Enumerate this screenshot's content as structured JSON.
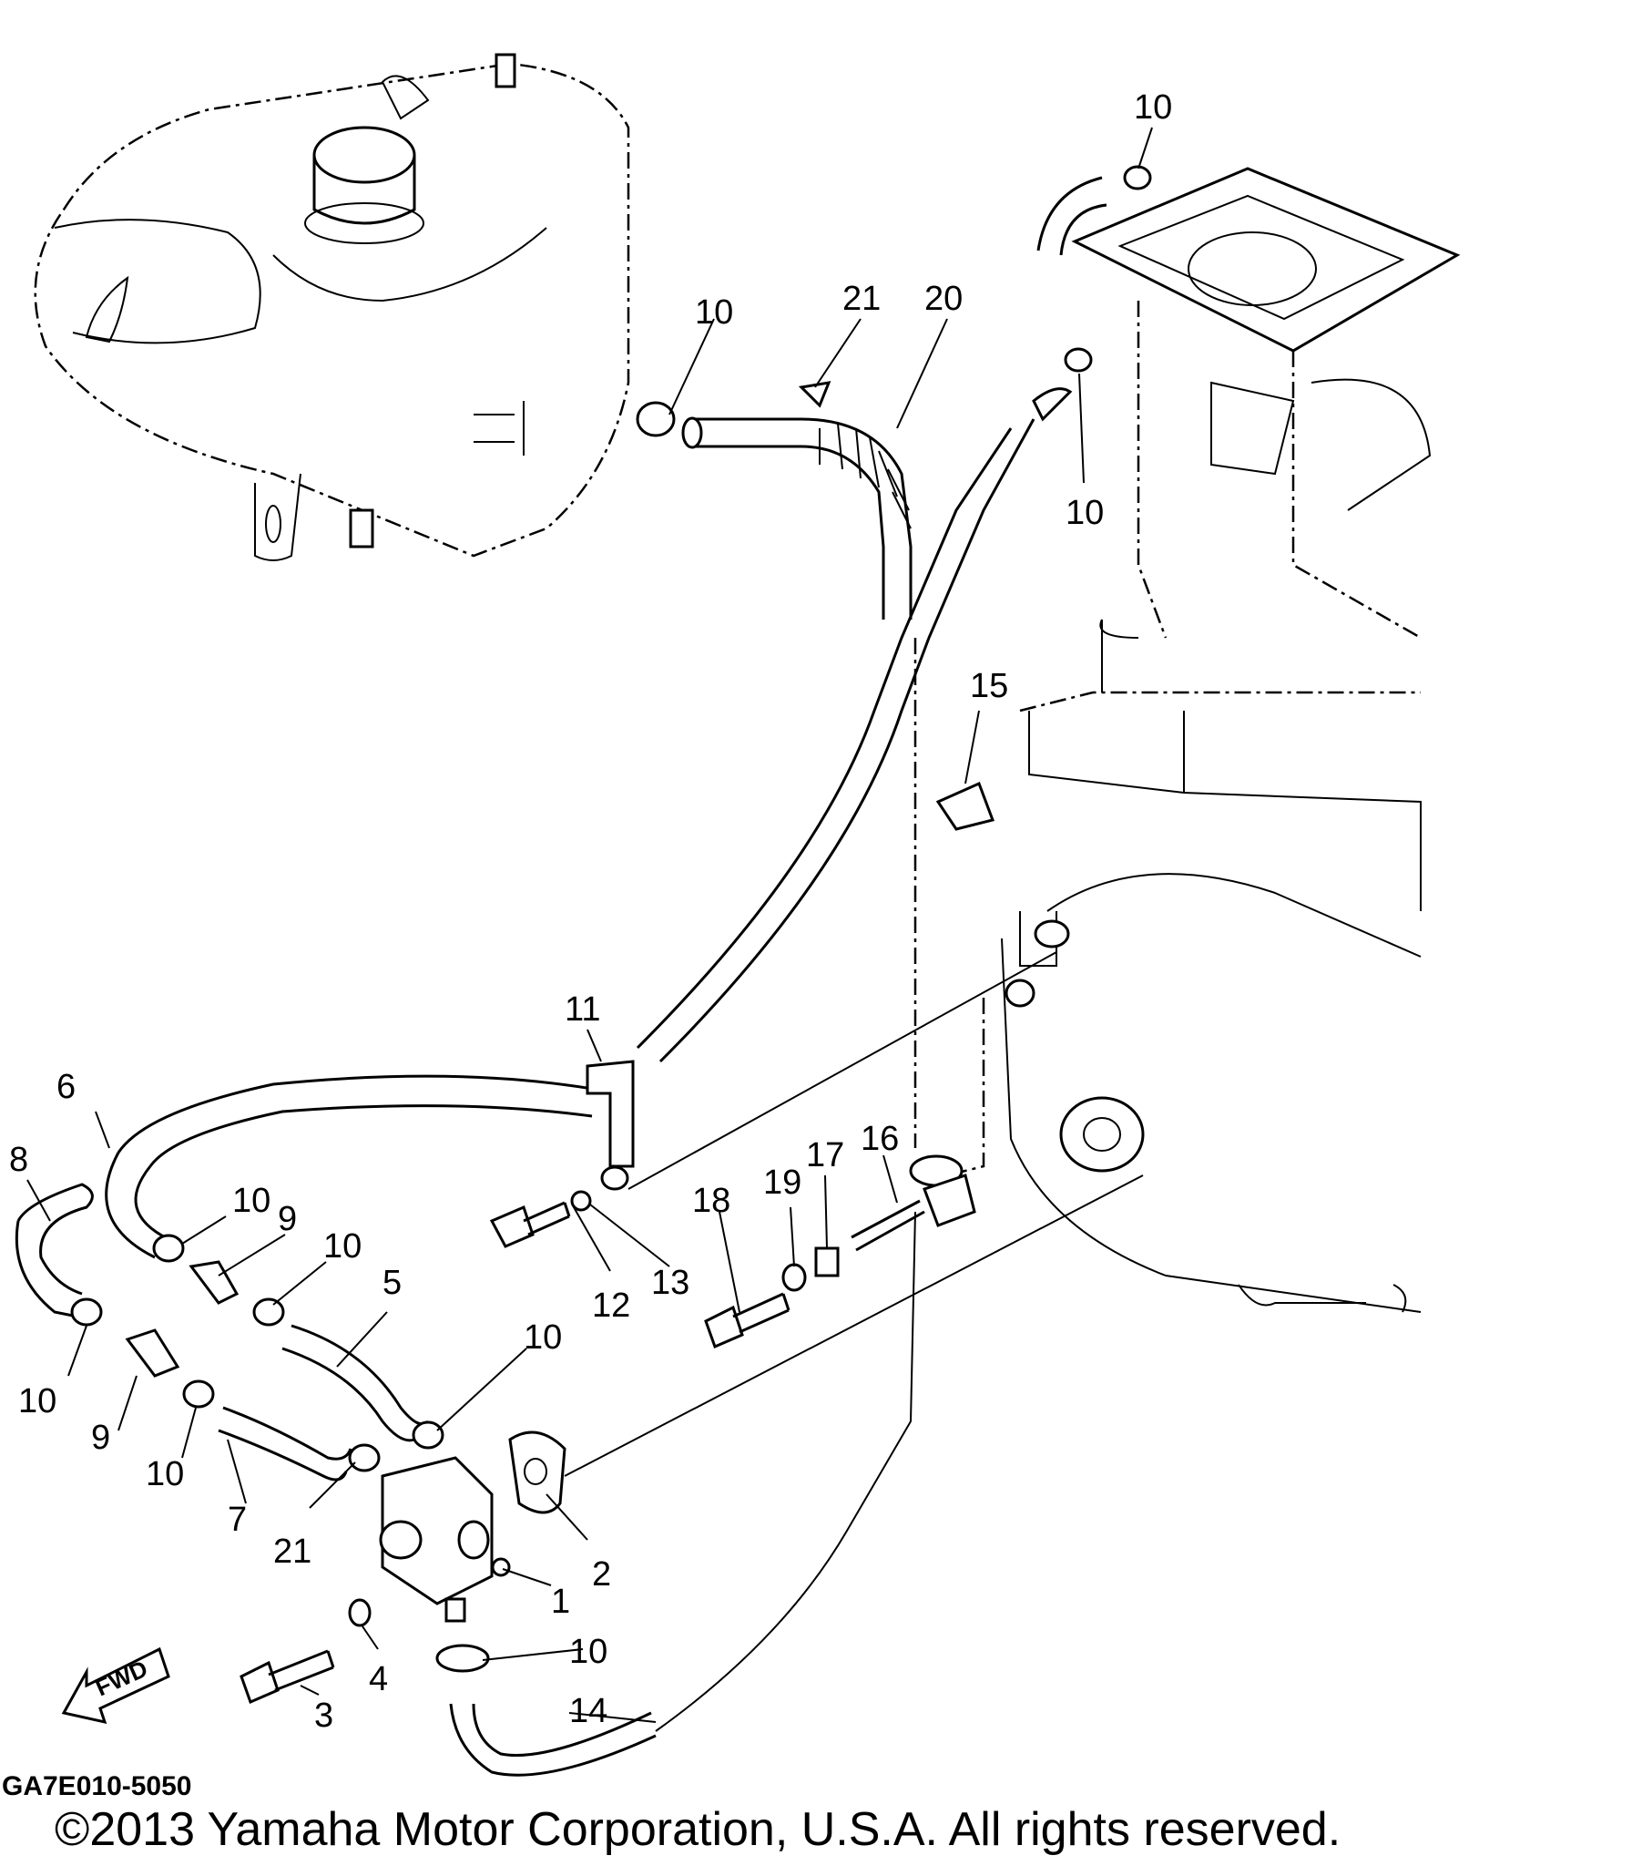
{
  "callouts": {
    "c1": "1",
    "c2": "2",
    "c3": "3",
    "c4": "4",
    "c5": "5",
    "c6": "6",
    "c7": "7",
    "c8": "8",
    "c9a": "9",
    "c9b": "9",
    "c10a": "10",
    "c10b": "10",
    "c10c": "10",
    "c10d": "10",
    "c10e": "10",
    "c10f": "10",
    "c10g": "10",
    "c10h": "10",
    "c10i": "10",
    "c11": "11",
    "c12": "12",
    "c13": "13",
    "c14": "14",
    "c15": "15",
    "c16": "16",
    "c17": "17",
    "c18": "18",
    "c19": "19",
    "c20": "20",
    "c21a": "21",
    "c21b": "21"
  },
  "fwd_arrow": "FWD",
  "diagram_code": "GA7E010-5050",
  "copyright": "©2013 Yamaha Motor Corporation, U.S.A. All rights reserved."
}
